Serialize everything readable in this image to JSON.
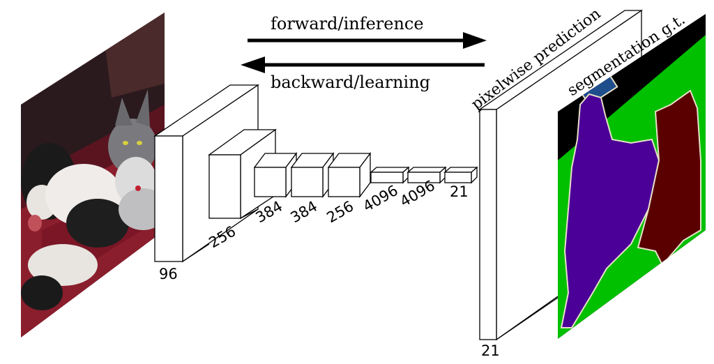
{
  "arrows": {
    "forward_label": "forward/inference",
    "backward_label": "backward/learning"
  },
  "layers": [
    {
      "label": "96"
    },
    {
      "label": "256"
    },
    {
      "label": "384"
    },
    {
      "label": "384"
    },
    {
      "label": "256"
    },
    {
      "label": "4096"
    },
    {
      "label": "4096"
    },
    {
      "label": "21"
    }
  ],
  "prediction": {
    "title": "pixelwise prediction",
    "depth_label": "21"
  },
  "ground_truth": {
    "title": "segmentation g.t.",
    "colors": {
      "background": "#000000",
      "ground": "#00c000",
      "dog": "#4b0098",
      "cat": "#5a0000",
      "boundary": "#e8e0c8",
      "box": "#1f4e8c"
    }
  },
  "input_image": {
    "description_icon": "dog-and-cat-photo"
  }
}
